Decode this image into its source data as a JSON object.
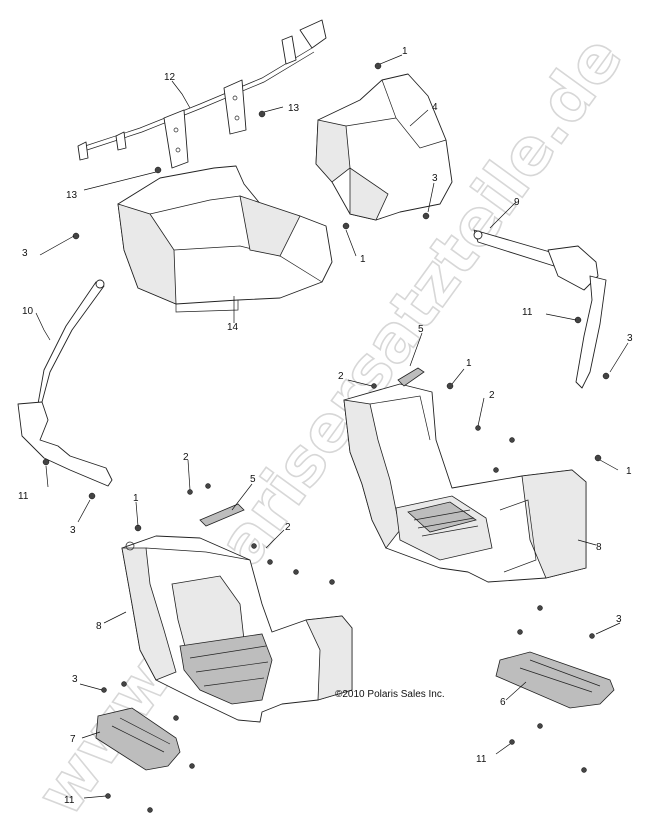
{
  "diagram": {
    "copyright": "©2010 Polaris Sales Inc.",
    "watermark": "www.polarisersatzteile.de",
    "callouts": [
      {
        "id": "c1a",
        "label": "1"
      },
      {
        "id": "c1b",
        "label": "1"
      },
      {
        "id": "c1c",
        "label": "1"
      },
      {
        "id": "c1d",
        "label": "1"
      },
      {
        "id": "c1e",
        "label": "1"
      },
      {
        "id": "c2a",
        "label": "2"
      },
      {
        "id": "c2b",
        "label": "2"
      },
      {
        "id": "c2c",
        "label": "2"
      },
      {
        "id": "c2d",
        "label": "2"
      },
      {
        "id": "c3a",
        "label": "3"
      },
      {
        "id": "c3b",
        "label": "3"
      },
      {
        "id": "c3c",
        "label": "3"
      },
      {
        "id": "c3d",
        "label": "3"
      },
      {
        "id": "c3e",
        "label": "3"
      },
      {
        "id": "c3f",
        "label": "3"
      },
      {
        "id": "c4",
        "label": "4"
      },
      {
        "id": "c5a",
        "label": "5"
      },
      {
        "id": "c5b",
        "label": "5"
      },
      {
        "id": "c6",
        "label": "6"
      },
      {
        "id": "c7",
        "label": "7"
      },
      {
        "id": "c8a",
        "label": "8"
      },
      {
        "id": "c8b",
        "label": "8"
      },
      {
        "id": "c9",
        "label": "9"
      },
      {
        "id": "c10",
        "label": "10"
      },
      {
        "id": "c11a",
        "label": "11"
      },
      {
        "id": "c11b",
        "label": "11"
      },
      {
        "id": "c11c",
        "label": "11"
      },
      {
        "id": "c11d",
        "label": "11"
      },
      {
        "id": "c12",
        "label": "12"
      },
      {
        "id": "c13a",
        "label": "13"
      },
      {
        "id": "c13b",
        "label": "13"
      },
      {
        "id": "c14",
        "label": "14"
      }
    ]
  }
}
